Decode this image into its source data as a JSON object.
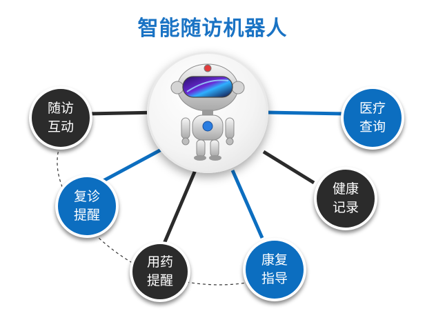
{
  "title": "智能随访机器人",
  "nodes": [
    {
      "line1": "随访",
      "line2": "互动",
      "color": "dark"
    },
    {
      "line1": "复诊",
      "line2": "提醒",
      "color": "blue"
    },
    {
      "line1": "用药",
      "line2": "提醒",
      "color": "dark"
    },
    {
      "line1": "康复",
      "line2": "指导",
      "color": "blue"
    },
    {
      "line1": "健康",
      "line2": "记录",
      "color": "dark"
    },
    {
      "line1": "医疗",
      "line2": "查询",
      "color": "blue"
    }
  ],
  "colors": {
    "title": "#1a73c4",
    "dark": "#2b2b2b",
    "blue": "#0c6ec0"
  }
}
